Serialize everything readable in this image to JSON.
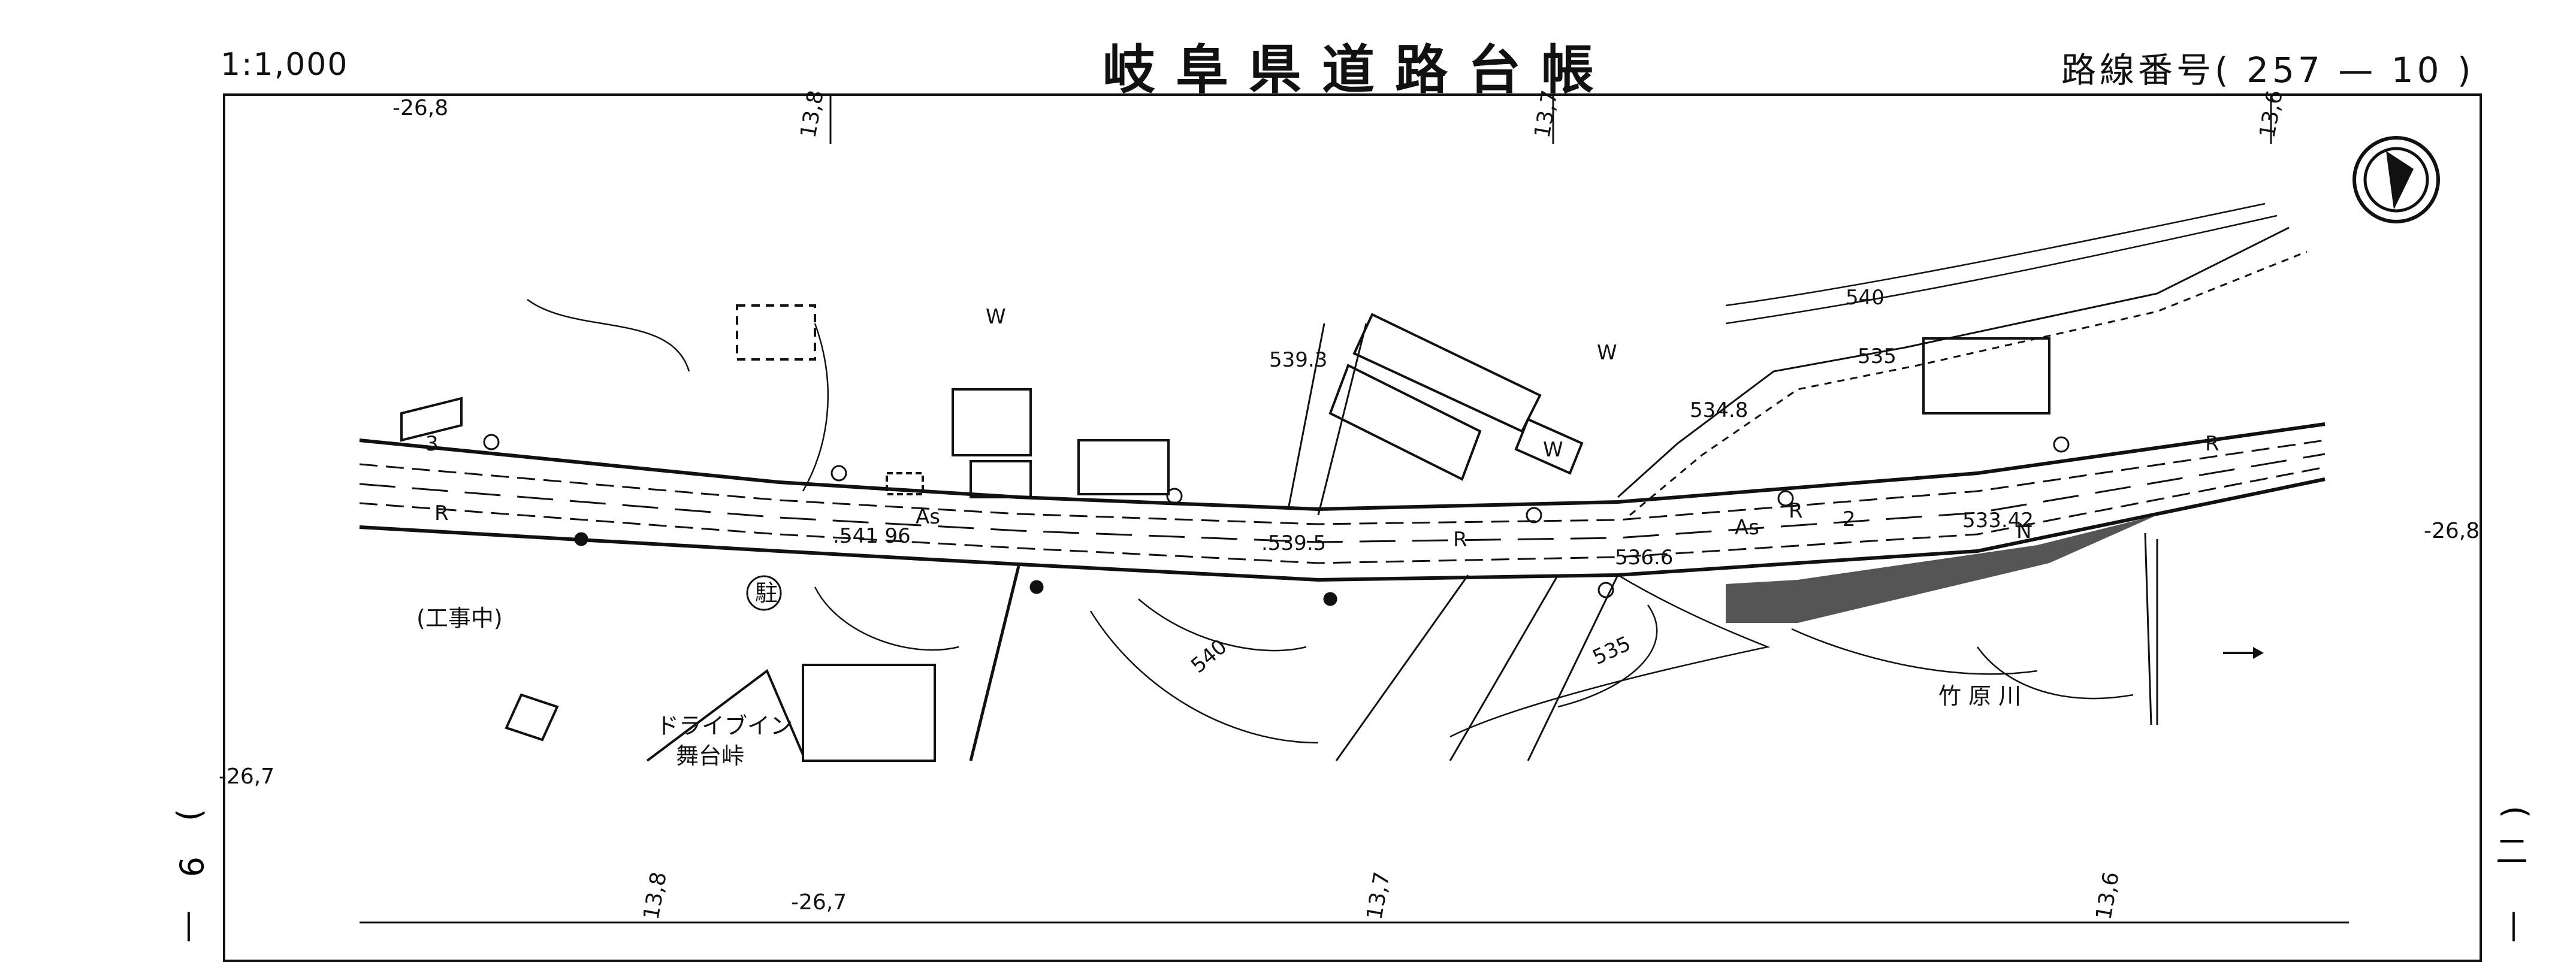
{
  "header": {
    "scale": "1:1,000",
    "title": "岐阜県道路台帳",
    "route_label": "路線番号",
    "route_open": "(",
    "route_number": "257",
    "route_dash": "—",
    "route_sheet": "10",
    "route_close": ")"
  },
  "coords": {
    "top_left_y": "-26,8",
    "top_x1": "13,8",
    "top_x2": "13,7",
    "top_x3": "13,6",
    "right_y": "-26,8",
    "left_y": "-26,7",
    "bottom_x1": "13,8",
    "bottom_y": "-26,7",
    "bottom_x2": "13,7",
    "bottom_x3": "13,6"
  },
  "map_labels": {
    "as1": "As",
    "as2": "As",
    "elev_54196": ".541 96",
    "elev_5393": "539.3",
    "elev_5395": ".539.5",
    "elev_5366": "536.6",
    "elev_5348": "534.8",
    "elev_53342": "533.42",
    "contour_540a": "540",
    "contour_540b": "540",
    "contour_535a": "535",
    "contour_535b": "535",
    "under_construction": "(工事中)",
    "drive_in_1": "ドライブイン",
    "drive_in_2": "舞台峠",
    "river": "竹 原 川",
    "parking": "駐",
    "w1": "W",
    "w2": "W",
    "w3": "W",
    "r1": "R",
    "r2": "R",
    "r3": "R",
    "r4": "R",
    "n1": "N",
    "num3": "3",
    "num2": "2"
  },
  "side_marks": {
    "left_a": ")",
    "left_b": "9",
    "left_c": "—",
    "right_a": "(",
    "right_b": "二",
    "right_c": "—"
  }
}
